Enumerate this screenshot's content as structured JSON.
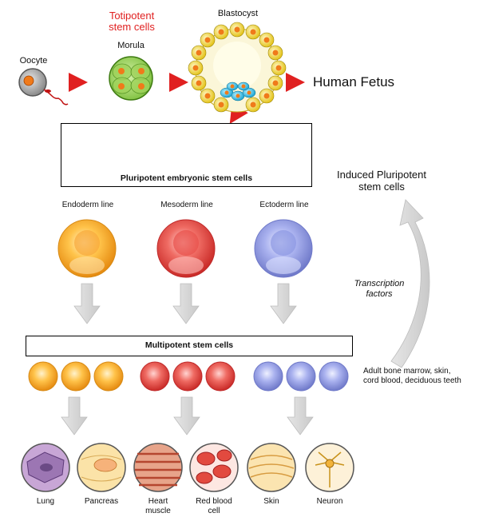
{
  "top": {
    "totipotent": "Totipotent\nstem cells",
    "oocyte": "Oocyte",
    "morula": "Morula",
    "blastocyst": "Blastocyst",
    "human_fetus": "Human Fetus"
  },
  "pluripotent_box": {
    "title": "Pluripotent embryonic stem cells"
  },
  "induced": {
    "title": "Induced Pluripotent\nstem cells",
    "transcription": "Transcription\nfactors",
    "sources": "Adult bone marrow, skin,\ncord blood, deciduous teeth"
  },
  "lines": [
    {
      "label": "Endoderm line",
      "color": "#f5a623"
    },
    {
      "label": "Mesoderm line",
      "color": "#e8413f"
    },
    {
      "label": "Ectoderm line",
      "color": "#8a96e0"
    }
  ],
  "multipotent_box": {
    "title": "Multipotent stem cells"
  },
  "tissues": [
    {
      "label": "Lung"
    },
    {
      "label": "Pancreas"
    },
    {
      "label": "Heart\nmuscle"
    },
    {
      "label": "Red blood\ncell"
    },
    {
      "label": "Skin"
    },
    {
      "label": "Neuron"
    }
  ],
  "colors": {
    "red_arrow": "#e02020",
    "grey_arrow": "#d3d3d3",
    "accent_red": "#e02020"
  }
}
